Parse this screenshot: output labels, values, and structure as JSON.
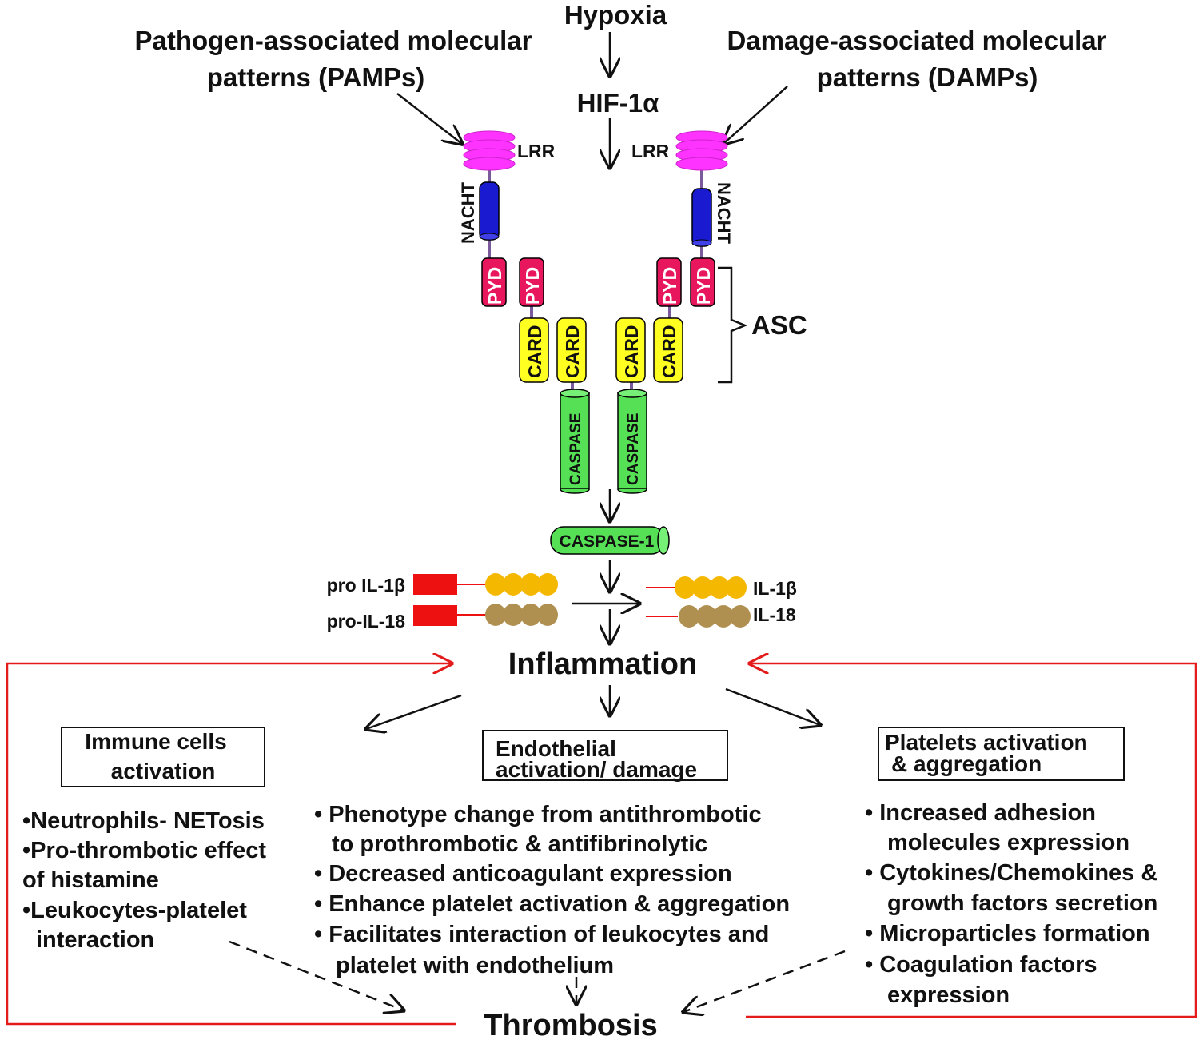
{
  "top": {
    "hypoxia": "Hypoxia",
    "hif": "HIF-1α",
    "pamps_line1": "Pathogen-associated molecular",
    "pamps_line2": "patterns (PAMPs)",
    "damps_line1": "Damage-associated molecular",
    "damps_line2": "patterns (DAMPs)"
  },
  "receptor": {
    "lrr_left": "LRR",
    "lrr_right": "LRR",
    "nacht_left": "NACHT",
    "nacht_right": "NACHT",
    "pyd": [
      "PYD",
      "PYD",
      "PYD",
      "PYD"
    ],
    "card": [
      "CARD",
      "CARD",
      "CARD",
      "CARD"
    ],
    "caspase": [
      "CASPASE",
      "CASPASE"
    ],
    "asc": "ASC",
    "caspase1": "CASPASE-1"
  },
  "cytokines": {
    "pro_il1b": "pro IL-1β",
    "pro_il18": "pro-IL-18",
    "il1b": "IL-1β",
    "il18": "IL-18"
  },
  "inflammation": "Inflammation",
  "thrombosis": "Thrombosis",
  "immune": {
    "title_line1": "Immune cells",
    "title_line2": "activation",
    "bullets": [
      "•Neutrophils- NETosis",
      "•Pro-thrombotic effect",
      "of histamine",
      "•Leukocytes-platelet",
      "interaction"
    ]
  },
  "endothelial": {
    "title_line1": "Endothelial",
    "title_line2": "activation/ damage",
    "bullets": [
      "• Phenotype change from antithrombotic",
      "to prothrombotic & antifibrinolytic",
      "• Decreased anticoagulant expression",
      "• Enhance platelet activation & aggregation",
      "• Facilitates interaction of leukocytes and",
      "platelet with endothelium"
    ]
  },
  "platelets": {
    "title_line1": "Platelets activation",
    "title_line2": "& aggregation",
    "bullets": [
      "• Increased adhesion",
      "molecules expression",
      "• Cytokines/Chemokines &",
      "growth factors secretion",
      "• Microparticles formation",
      "• Coagulation factors",
      "expression"
    ]
  },
  "colors": {
    "lrr": "#ff33ff",
    "nacht": "#1a1ad0",
    "pyd": "#e8175d",
    "card": "#ffff22",
    "caspase": "#55e055",
    "pro_block": "#ee1111",
    "il1b_bead": "#f5b800",
    "il18_bead": "#b09050",
    "feedback": "#e31b1b"
  }
}
